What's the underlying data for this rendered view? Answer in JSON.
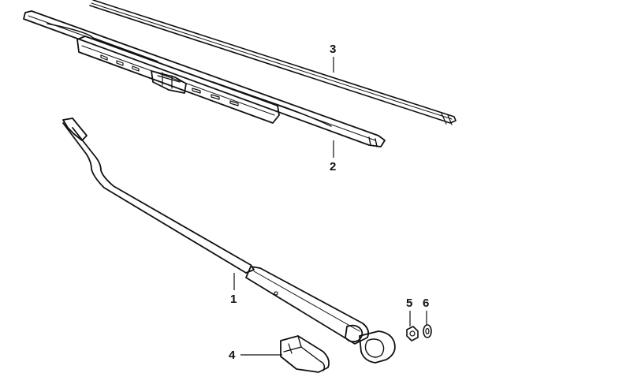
{
  "labels": {
    "arm": "1",
    "blade": "2",
    "refill": "3",
    "cap": "4",
    "nut": "5",
    "washer": "6"
  },
  "colors": {
    "ink": "#111111",
    "background": "#ffffff"
  }
}
